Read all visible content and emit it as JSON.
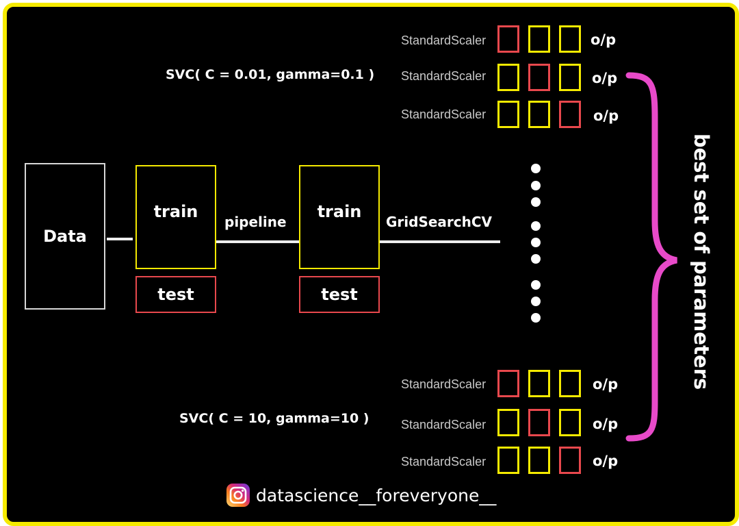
{
  "colors": {
    "frame_border": "#f5ea00",
    "background": "#000000",
    "train_box": "#f5ea00",
    "test_box": "#e8484d",
    "data_box": "#d8d8d8",
    "brace": "#e84ac9"
  },
  "data_box": {
    "label": "Data"
  },
  "stage1": {
    "train_label": "train",
    "test_label": "test"
  },
  "stage2": {
    "train_label": "train",
    "test_label": "test"
  },
  "connectors": {
    "pipeline_label": "pipeline",
    "gridsearch_label": "GridSearchCV"
  },
  "top_group": {
    "params_label": "SVC( C = 0.01, gamma=0.1 )",
    "rows": [
      {
        "label": "StandardScaler",
        "output": "o/p",
        "highlight": 0
      },
      {
        "label": "StandardScaler",
        "output": "o/p",
        "highlight": 1
      },
      {
        "label": "StandardScaler",
        "output": "o/p",
        "highlight": 2
      }
    ]
  },
  "bottom_group": {
    "params_label": "SVC( C = 10, gamma=10 )",
    "rows": [
      {
        "label": "StandardScaler",
        "output": "o/p",
        "highlight": 0
      },
      {
        "label": "StandardScaler",
        "output": "o/p",
        "highlight": 1
      },
      {
        "label": "StandardScaler",
        "output": "o/p",
        "highlight": 2
      }
    ]
  },
  "result_label": "best set of parameters",
  "footer": {
    "icon": "instagram-icon",
    "handle": "datascience__foreveryone__"
  }
}
